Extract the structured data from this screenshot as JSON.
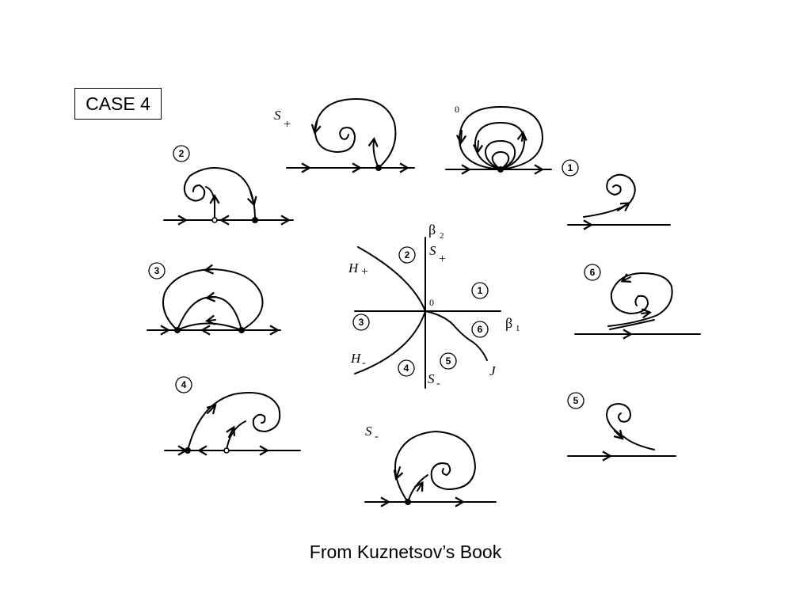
{
  "case_label": "CASE 4",
  "caption": "From Kuznetsov’s Book",
  "center": {
    "axis_v": "β",
    "axis_v_sub": "2",
    "axis_h": "β",
    "axis_h_sub": "1",
    "origin": "0",
    "H_plus": "H",
    "H_plus_sub": "+",
    "H_minus": "H",
    "H_minus_sub": "-",
    "S_plus": "S",
    "S_plus_sub": "+",
    "S_minus": "S",
    "S_minus_sub": "-",
    "J": "J",
    "regions": [
      "1",
      "2",
      "3",
      "4",
      "5",
      "6"
    ]
  },
  "panels": {
    "s_plus": {
      "label": "S",
      "sub": "+"
    },
    "zero": {
      "label": "0"
    },
    "one": {
      "num": "1"
    },
    "two": {
      "num": "2"
    },
    "three": {
      "num": "3"
    },
    "four": {
      "num": "4"
    },
    "five": {
      "num": "5"
    },
    "six": {
      "num": "6"
    },
    "s_minus": {
      "label": "S",
      "sub": "-"
    }
  }
}
